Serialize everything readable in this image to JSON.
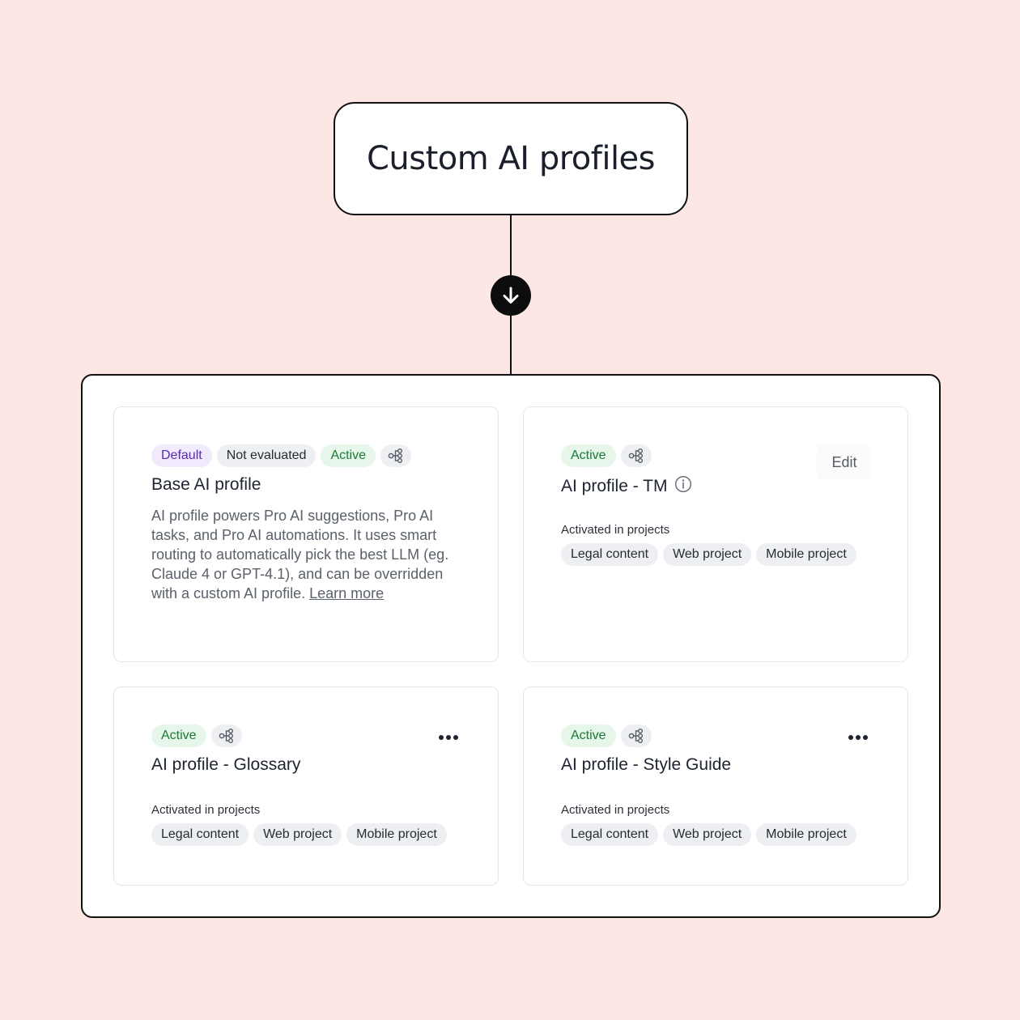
{
  "title": "Custom AI profiles",
  "colors": {
    "background": "#fde7e5",
    "accent_active": "#1b7a35",
    "accent_default": "#5b2ab3"
  },
  "icons": {
    "connector": "arrow-down-icon",
    "badge": "workflow-icon",
    "info": "info-icon",
    "menu": "more-icon"
  },
  "cards": [
    {
      "badges": [
        "Default",
        "Not evaluated",
        "Active"
      ],
      "title": "Base AI profile",
      "description": "AI profile powers Pro AI suggestions, Pro AI tasks, and  Pro AI automations. It uses smart routing to automatically pick the best LLM (eg. Claude 4 or GPT-4.1), and can be overridden with a custom AI profile.",
      "link": "Learn more"
    },
    {
      "badges": [
        "Active"
      ],
      "title": "AI profile - TM",
      "action": "Edit",
      "projects_label": "Activated in projects",
      "projects": [
        "Legal content",
        "Web project",
        "Mobile project"
      ]
    },
    {
      "badges": [
        "Active"
      ],
      "title": "AI profile - Glossary",
      "projects_label": "Activated in projects",
      "projects": [
        "Legal content",
        "Web project",
        "Mobile project"
      ]
    },
    {
      "badges": [
        "Active"
      ],
      "title": "AI profile - Style Guide",
      "projects_label": "Activated in projects",
      "projects": [
        "Legal content",
        "Web project",
        "Mobile project"
      ]
    }
  ]
}
